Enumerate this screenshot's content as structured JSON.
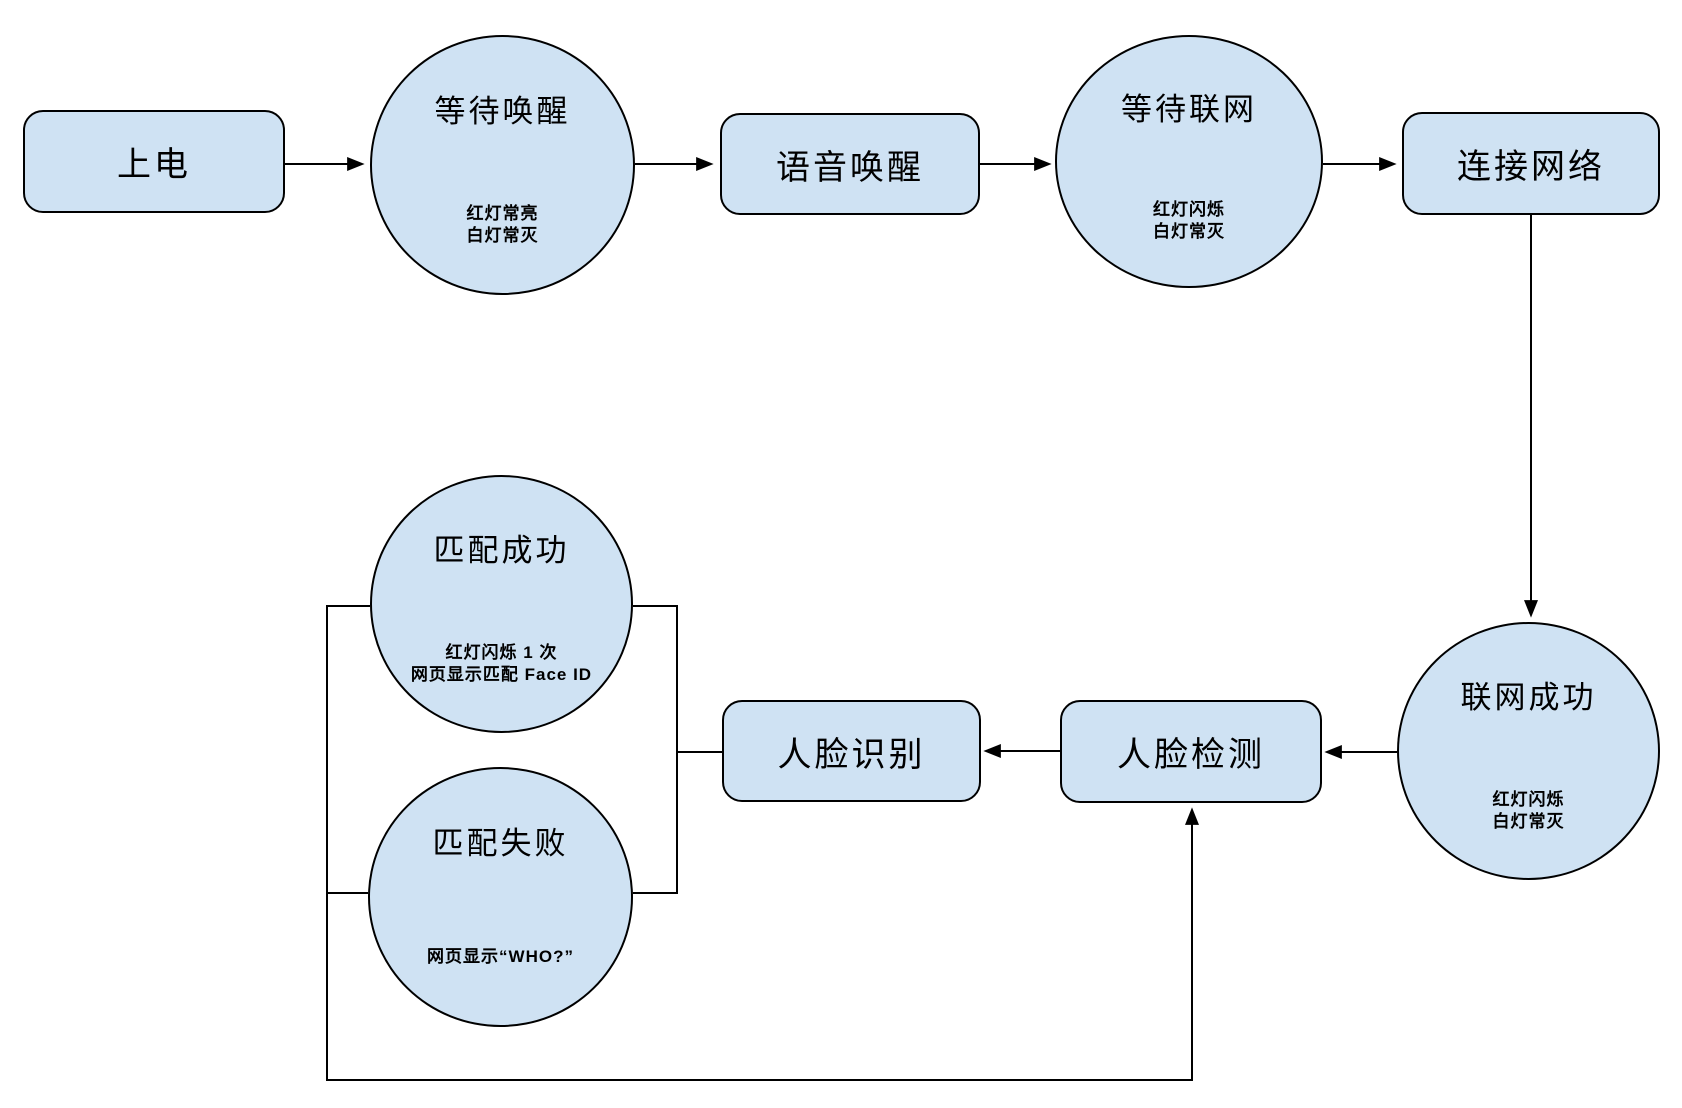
{
  "diagram": {
    "title": "device boot and face-recognition flow",
    "background": "#ffffff",
    "node_fill": "#cfe2f3",
    "node_stroke": "#000000",
    "nodes": {
      "power_on": {
        "shape": "rounded-rect",
        "label": "上电"
      },
      "wait_wake": {
        "shape": "circle",
        "label": "等待唤醒",
        "sub1": "红灯常亮",
        "sub2": "白灯常灭"
      },
      "voice_wake": {
        "shape": "rounded-rect",
        "label": "语音唤醒"
      },
      "wait_network": {
        "shape": "circle",
        "label": "等待联网",
        "sub1": "红灯闪烁",
        "sub2": "白灯常灭"
      },
      "connect_network": {
        "shape": "rounded-rect",
        "label": "连接网络"
      },
      "network_success": {
        "shape": "circle",
        "label": "联网成功",
        "sub1": "红灯闪烁",
        "sub2": "白灯常灭"
      },
      "face_detect": {
        "shape": "rounded-rect",
        "label": "人脸检测"
      },
      "face_recognize": {
        "shape": "rounded-rect",
        "label": "人脸识别"
      },
      "match_success": {
        "shape": "circle",
        "label": "匹配成功",
        "sub1": "红灯闪烁 1 次",
        "sub2": "网页显示匹配 Face ID"
      },
      "match_fail": {
        "shape": "circle",
        "label": "匹配失败",
        "sub1": "网页显示“WHO?”"
      }
    },
    "edges": [
      {
        "from": "power_on",
        "to": "wait_wake",
        "arrow": true
      },
      {
        "from": "wait_wake",
        "to": "voice_wake",
        "arrow": true
      },
      {
        "from": "voice_wake",
        "to": "wait_network",
        "arrow": true
      },
      {
        "from": "wait_network",
        "to": "connect_network",
        "arrow": true
      },
      {
        "from": "connect_network",
        "to": "network_success",
        "arrow": true
      },
      {
        "from": "network_success",
        "to": "face_detect",
        "arrow": true
      },
      {
        "from": "face_detect",
        "to": "face_recognize",
        "arrow": true
      },
      {
        "from": "face_recognize",
        "to": "match_success",
        "arrow": false
      },
      {
        "from": "face_recognize",
        "to": "match_fail",
        "arrow": false
      },
      {
        "from": "match_success",
        "to": "face_detect",
        "arrow": true
      },
      {
        "from": "match_fail",
        "to": "face_detect",
        "arrow": true
      }
    ]
  }
}
